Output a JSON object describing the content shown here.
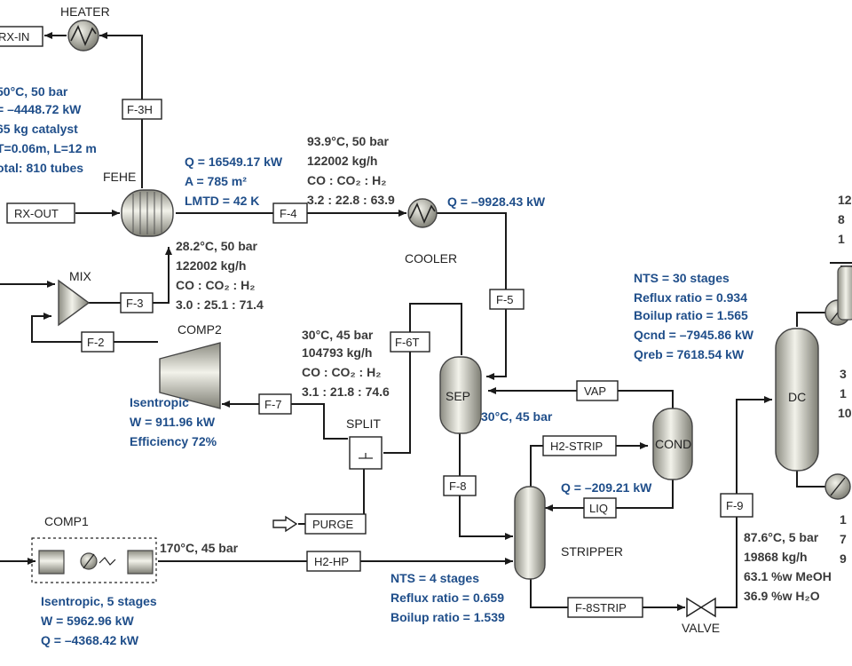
{
  "units": {
    "heater": "HEATER",
    "fehe": "FEHE",
    "mix": "MIX",
    "comp2": "COMP2",
    "cooler": "COOLER",
    "sep": "SEP",
    "split": "SPLIT",
    "cond": "COND",
    "stripper": "STRIPPER",
    "comp1": "COMP1",
    "valve": "VALVE",
    "dc": "DC"
  },
  "streams": {
    "rx_in": "RX-IN",
    "rx_out": "RX-OUT",
    "f3h": "F-3H",
    "f4": "F-4",
    "f3": "F-3",
    "f2": "F-2",
    "f5": "F-5",
    "f6t": "F-6T",
    "f7": "F-7",
    "vap": "VAP",
    "h2strip": "H2-STRIP",
    "f8": "F-8",
    "liq": "LIQ",
    "purge": "PURGE",
    "h2hp": "H2-HP",
    "f8strip": "F-8STRIP",
    "f9": "F-9"
  },
  "annotations": {
    "reactor": [
      "50°C, 50 bar",
      "= –4448.72 kW",
      "65 kg catalyst",
      "T=0.06m, L=12 m",
      "otal: 810 tubes"
    ],
    "fehe": [
      "Q = 16549.17 kW",
      "A = 785 m²",
      "LMTD = 42 K"
    ],
    "f4_cond": [
      "93.9°C, 50 bar",
      "122002 kg/h",
      "CO : CO₂ : H₂",
      "3.2 : 22.8 : 63.9"
    ],
    "cooler_q": "Q = –9928.43 kW",
    "f3_cond": [
      "28.2°C, 50 bar",
      "122002 kg/h",
      "CO : CO₂ : H₂",
      "3.0 : 25.1 : 71.4"
    ],
    "f6_cond": [
      "30°C, 45 bar",
      "104793 kg/h",
      "CO : CO₂ : H₂",
      "3.1 : 21.8 : 74.6"
    ],
    "comp2": [
      "Isentropic",
      "W = 911.96 kW",
      "Efficiency 72%"
    ],
    "sep": "30°C, 45 bar",
    "dc": [
      "NTS = 30 stages",
      "Reflux ratio = 0.934",
      "Boilup ratio = 1.565",
      "Qcnd = –7945.86 kW",
      "Qreb = 7618.54 kW"
    ],
    "cond_q": "Q = –209.21 kW",
    "comp1_out": "170°C, 45 bar",
    "comp1": [
      "Isentropic, 5 stages",
      "W = 5962.96 kW",
      "Q = –4368.42 kW"
    ],
    "stripper": [
      "NTS = 4 stages",
      "Reflux ratio = 0.659",
      "Boilup ratio = 1.539"
    ],
    "f9_cond": [
      "87.6°C, 5 bar",
      "19868 kg/h",
      "63.1 %w MeOH",
      "36.9 %w H₂O"
    ],
    "right_top": [
      "12",
      "8",
      "1"
    ],
    "right_mid": [
      "3",
      "1",
      "10"
    ],
    "right_bot": [
      "1",
      "7",
      "9"
    ]
  }
}
